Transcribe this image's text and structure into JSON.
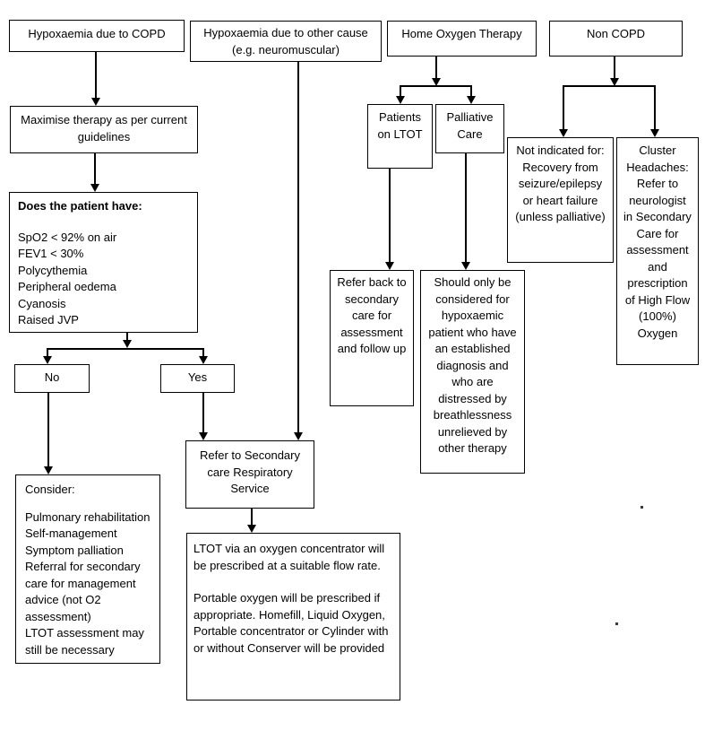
{
  "canvas": {
    "background_color": "#ffffff",
    "line_color": "#000000",
    "text_color": "#000000"
  },
  "nodes": {
    "hypoxaemia_copd": {
      "label": "Hypoxaemia due to COPD"
    },
    "hypoxaemia_other": {
      "label": "Hypoxaemia due to other cause (e.g. neuromuscular)"
    },
    "home_oxygen_therapy": {
      "label": "Home Oxygen Therapy"
    },
    "non_copd": {
      "label": "Non COPD"
    },
    "maximise_therapy": {
      "label": "Maximise therapy as per current guidelines"
    },
    "patients_on_ltot": {
      "label": "Patients on LTOT"
    },
    "palliative_care": {
      "label": "Palliative Care"
    },
    "not_indicated": {
      "label": "Not indicated for: Recovery from seizure/epilepsy or heart failure (unless palliative)"
    },
    "cluster_headaches": {
      "label": "Cluster Headaches: Refer to neurologist in Secondary Care for assessment and prescription of High Flow (100%) Oxygen"
    },
    "does_patient_have": {
      "heading": "Does the patient have:",
      "criteria": [
        "SpO2 < 92% on air",
        "FEV1 < 30%",
        "Polycythemia",
        "Peripheral oedema",
        "Cyanosis",
        "Raised JVP"
      ]
    },
    "no_branch": {
      "label": "No"
    },
    "yes_branch": {
      "label": "Yes"
    },
    "refer_back": {
      "label": "Refer back to secondary care for assessment and follow up"
    },
    "palliative_guidance": {
      "label": "Should only be considered for hypoxaemic patient who have an established diagnosis and who are distressed by breathlessness unrelieved by other therapy"
    },
    "refer_secondary": {
      "label": "Refer to Secondary care Respiratory Service"
    },
    "consider": {
      "heading": "Consider:",
      "items": [
        "Pulmonary rehabilitation",
        "Self-management",
        "Symptom palliation",
        "Referral for secondary care for management advice (not O2 assessment)",
        "LTOT assessment may still be necessary"
      ]
    },
    "ltot_prescription": {
      "paragraph_1": "LTOT via an oxygen concentrator will be prescribed at a suitable flow rate.",
      "paragraph_2": "Portable oxygen will be prescribed if appropriate. Homefill, Liquid Oxygen, Portable concentrator or Cylinder with or without Conserver will be provided"
    }
  },
  "stray_marks": {
    "dot_1": ".",
    "dot_2": "."
  }
}
